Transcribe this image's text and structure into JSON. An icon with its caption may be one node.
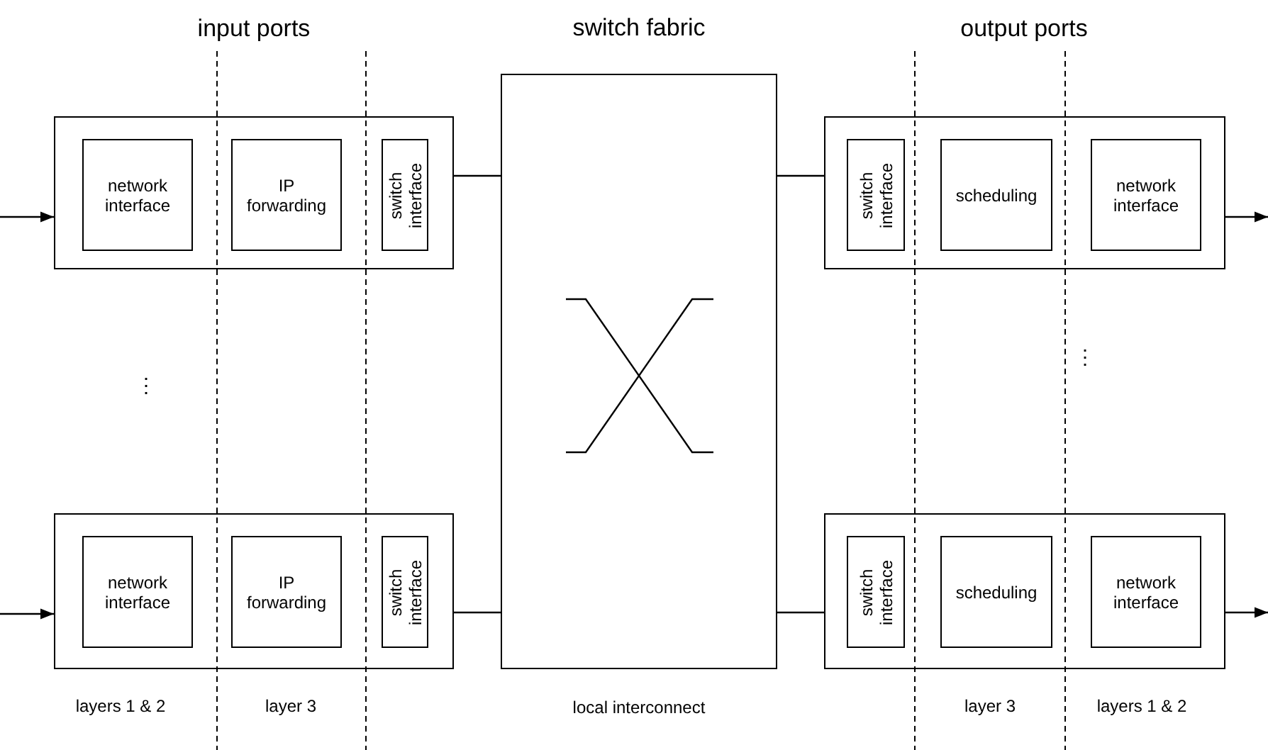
{
  "diagram": {
    "nodes": [
      {
        "text": [],
        "shape": "box"
      },
      {
        "text": [
          "network interface"
        ],
        "in": 0
      },
      {
        "text": [
          "IP forwarding"
        ],
        "in": 0
      },
      {
        "text": [
          "switch interface"
        ],
        "in": 0
      },
      {
        "text": [],
        "shape": "box"
      },
      {
        "text": [
          "network interface"
        ],
        "in": 4
      },
      {
        "text": [
          "IP forwarding"
        ],
        "in": 4
      },
      {
        "text": [
          "switch interface"
        ],
        "in": 4
      },
      {
        "text": [
          "switch fabric"
        ],
        "beside": [
          "local interconnect"
        ]
      },
      {
        "text": [],
        "shape": "box"
      },
      {
        "text": [
          "switch interface"
        ],
        "in": 9
      },
      {
        "text": [
          "scheduling"
        ],
        "in": 9
      },
      {
        "text": [
          "network interface"
        ],
        "in": 9
      },
      {
        "text": [],
        "shape": "box"
      },
      {
        "text": [
          "switch interface"
        ],
        "in": 13
      },
      {
        "text": [
          "scheduling"
        ],
        "in": 13
      },
      {
        "text": [
          "network interface"
        ],
        "in": 13
      }
    ],
    "edges": [
      {
        "from": null,
        "to": 0,
        "arrow": "to"
      },
      {
        "from": null,
        "to": 4,
        "arrow": "to"
      },
      {
        "from": 0,
        "to": 8,
        "arrow": "none"
      },
      {
        "from": 4,
        "to": 8,
        "arrow": "none"
      },
      {
        "from": 8,
        "to": 9,
        "arrow": "none"
      },
      {
        "from": 8,
        "to": 13,
        "arrow": "none"
      },
      {
        "from": 9,
        "to": null,
        "arrow": "to"
      },
      {
        "from": 13,
        "to": null,
        "arrow": "to"
      }
    ],
    "labels": [
      "input ports",
      "output ports",
      "⋮",
      "⋮",
      "layers 1 & 2",
      "layer 3",
      "layer 3",
      "layers 1 & 2"
    ]
  }
}
